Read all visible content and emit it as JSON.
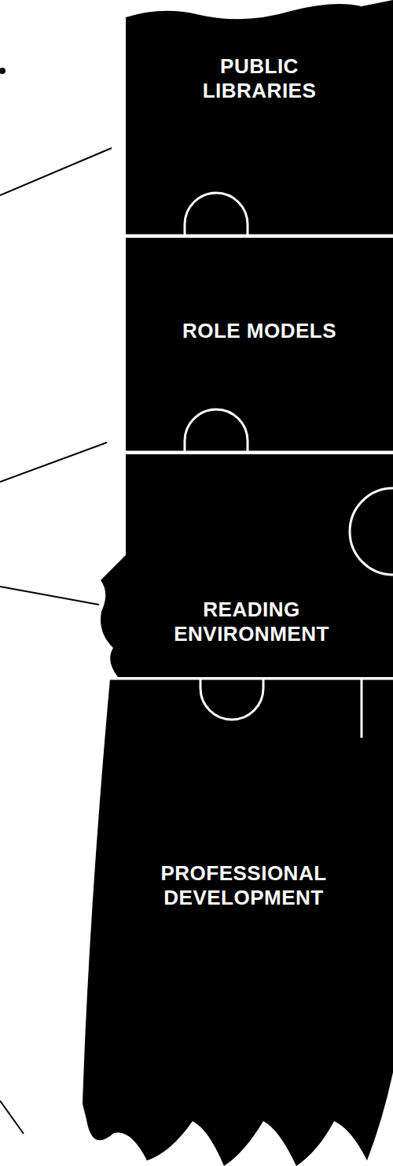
{
  "diagram": {
    "nodes": [
      {
        "text": [
          "PUBLIC LIBRARIES"
        ]
      },
      {
        "text": [
          "ROLE MODELS"
        ]
      },
      {
        "text": [
          "READING ENVIRONMENT"
        ]
      },
      {
        "text": [
          "PROFESSIONAL DEVELOPMENT"
        ]
      }
    ]
  }
}
